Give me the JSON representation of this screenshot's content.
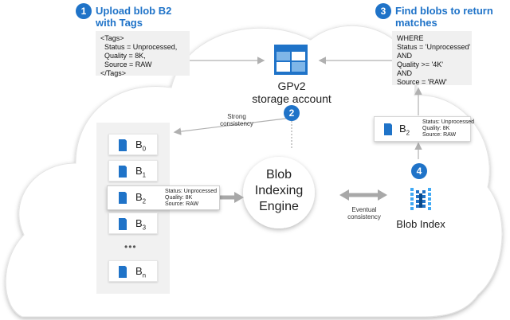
{
  "step1": {
    "number": "1",
    "title_line1": "Upload blob B2",
    "title_line2": "with Tags"
  },
  "step2": {
    "number": "2"
  },
  "step3": {
    "number": "3",
    "title_line1": "Find blobs to return",
    "title_line2": "matches"
  },
  "step4": {
    "number": "4"
  },
  "tags_box": {
    "lines": [
      "<Tags>",
      "  Status = Unprocessed,",
      "  Quality = 8K,",
      "  Source = RAW",
      "</Tags>"
    ]
  },
  "query_box": {
    "lines": [
      "WHERE",
      "Status = 'Unprocessed'",
      "AND",
      "Quality >= '4K'",
      "AND",
      "Source = 'RAW'"
    ]
  },
  "storage": {
    "line1": "GPv2",
    "line2": "storage account"
  },
  "strong_consistency": {
    "line1": "Strong",
    "line2": "consistency"
  },
  "eventual_consistency": {
    "line1": "Eventual",
    "line2": "consistency"
  },
  "engine": {
    "line1": "Blob",
    "line2": "Indexing",
    "line3": "Engine"
  },
  "blob_index": {
    "label": "Blob Index"
  },
  "blobs": [
    {
      "base": "B",
      "sub": "0"
    },
    {
      "base": "B",
      "sub": "1"
    },
    {
      "base": "B",
      "sub": "2"
    },
    {
      "base": "B",
      "sub": "3"
    },
    {
      "base": "B",
      "sub": "n"
    }
  ],
  "ellipsis": "•••",
  "b2_meta": {
    "status": "Status: Unprocessed",
    "quality": "Quality: 8K",
    "source": "Source: RAW"
  },
  "result_card": {
    "base": "B",
    "sub": "2",
    "status": "Status: Unprocessed",
    "quality": "Quality: 8K",
    "source": "Source: RAW"
  },
  "colors": {
    "accent": "#1f73c8",
    "arrow_grey": "#a8a8a8",
    "box_grey": "#f0f0f0"
  }
}
